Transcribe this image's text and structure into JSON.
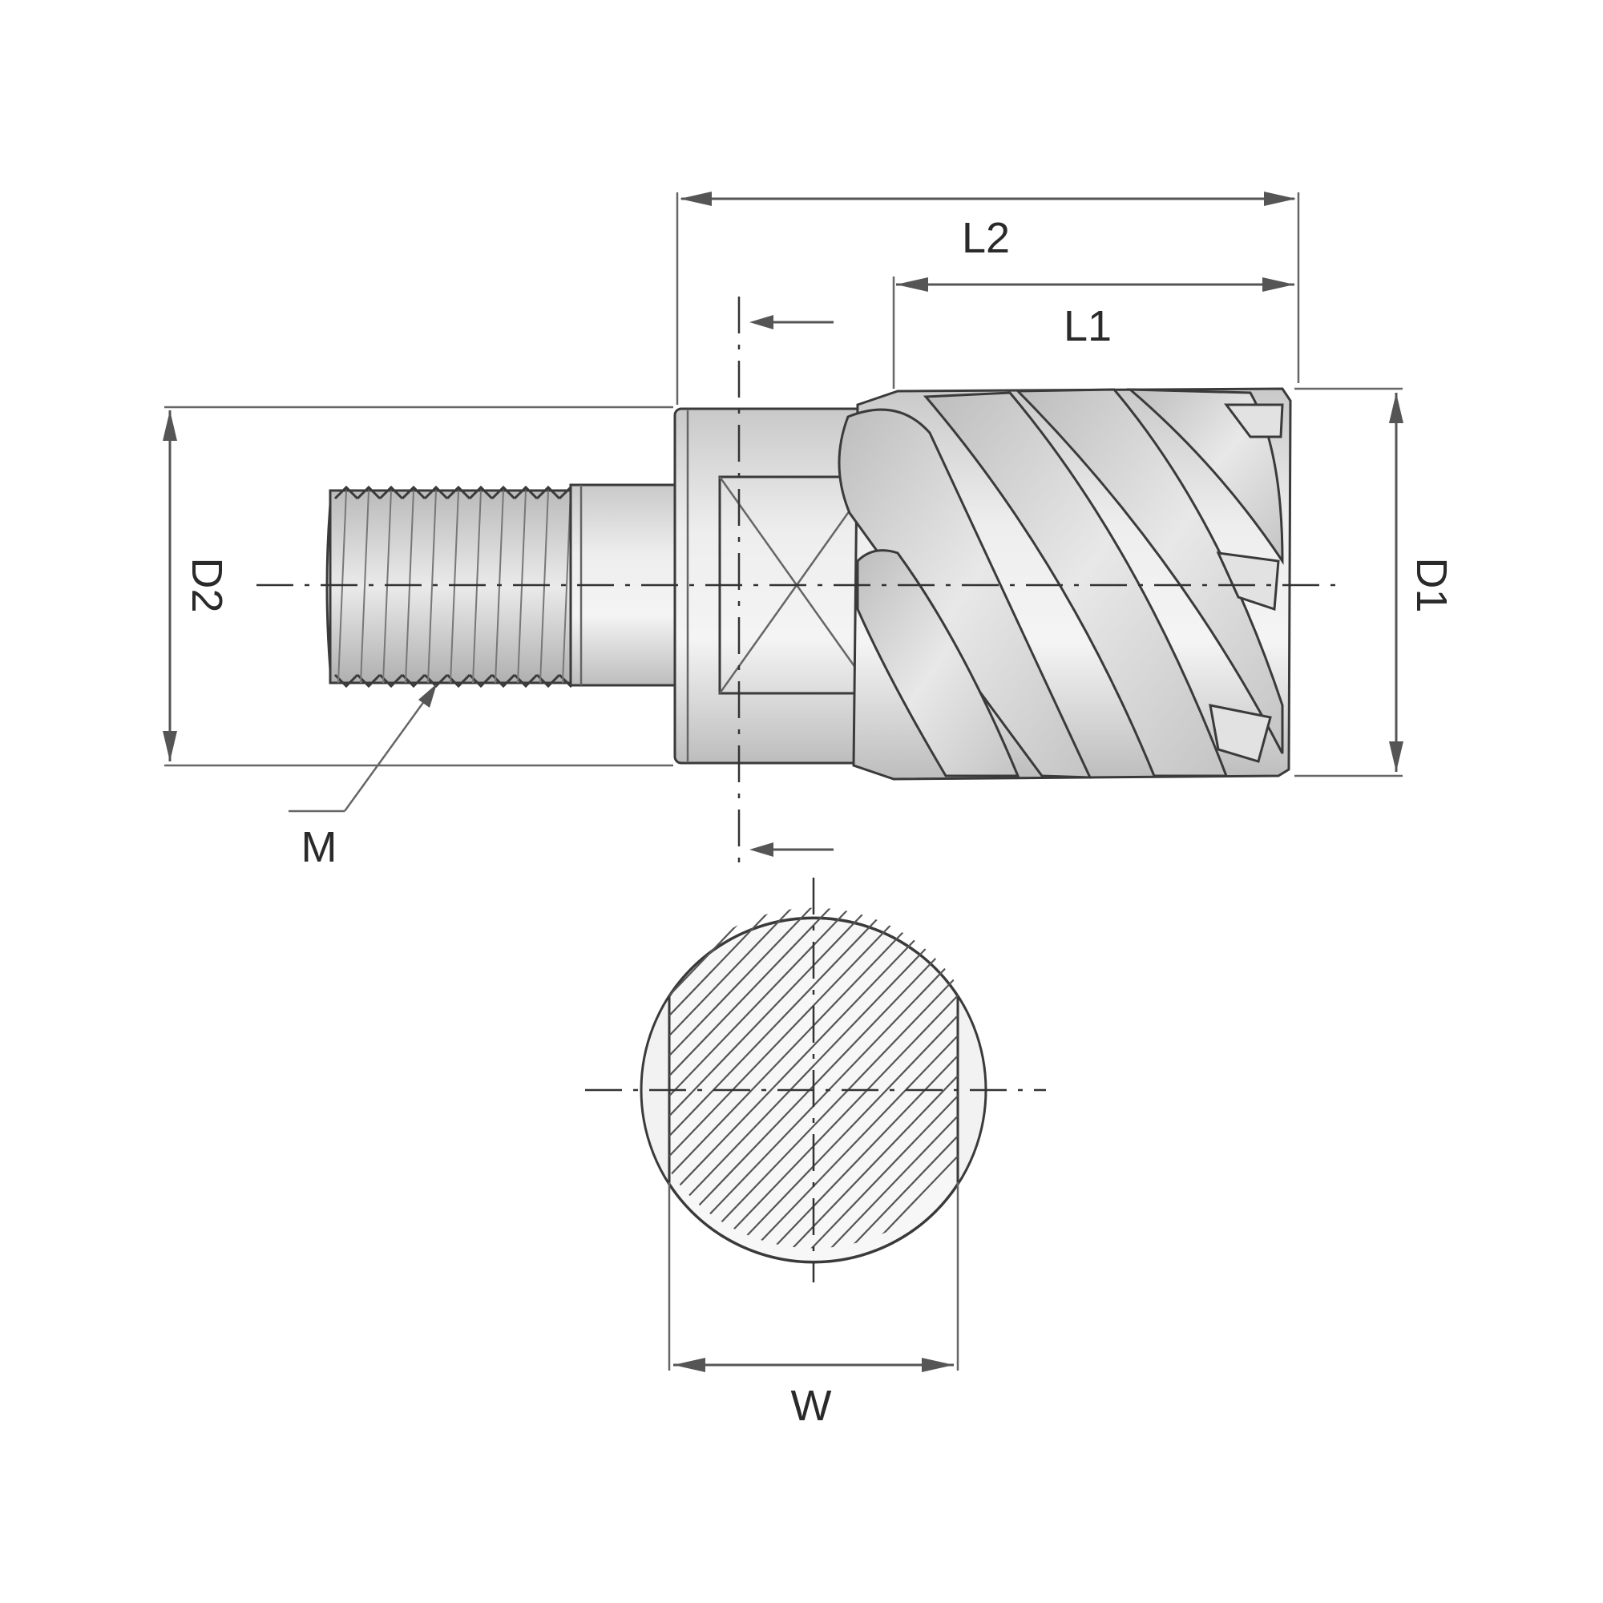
{
  "drawing": {
    "labels": {
      "L2": "L2",
      "L1": "L1",
      "D2": "D2",
      "D1": "D1",
      "M": "M",
      "W": "W"
    }
  }
}
